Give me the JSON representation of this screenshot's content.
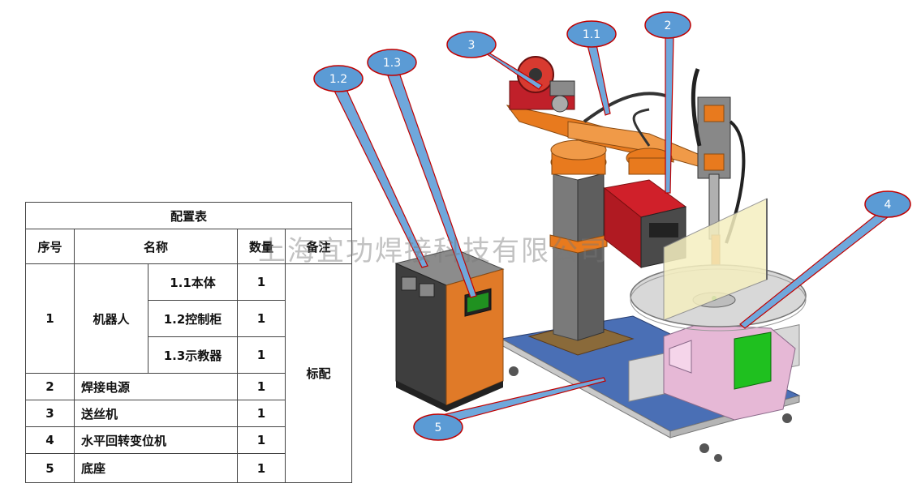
{
  "table": {
    "title": "配置表",
    "headers": [
      "序号",
      "名称",
      "数量",
      "备注"
    ],
    "rows": [
      {
        "no": "1",
        "name": "机器人",
        "sub": [
          {
            "name": "1.1本体",
            "qty": "1"
          },
          {
            "name": "1.2控制柜",
            "qty": "1"
          },
          {
            "name": "1.3示教器",
            "qty": "1"
          }
        ]
      },
      {
        "no": "2",
        "name": "焊接电源",
        "qty": "1"
      },
      {
        "no": "3",
        "name": "送丝机",
        "qty": "1"
      },
      {
        "no": "4",
        "name": "水平回转变位机",
        "qty": "1"
      },
      {
        "no": "5",
        "name": "底座",
        "qty": "1"
      }
    ],
    "remark": "标配"
  },
  "watermark": "上海宜功焊接科技有限公司",
  "callouts": [
    "1.2",
    "1.3",
    "3",
    "1.1",
    "2",
    "4",
    "5"
  ],
  "colors": {
    "callout_fill": "#5b9bd5",
    "leader_line": "#c00000",
    "robot_orange": "#e87a1e",
    "column_gray": "#7a7a7a",
    "base_blue": "#4a6fb5",
    "wire_feeder_red": "#c0202a",
    "positioner_pink": "#e6b8d6",
    "screen_green": "#1fc01f"
  }
}
